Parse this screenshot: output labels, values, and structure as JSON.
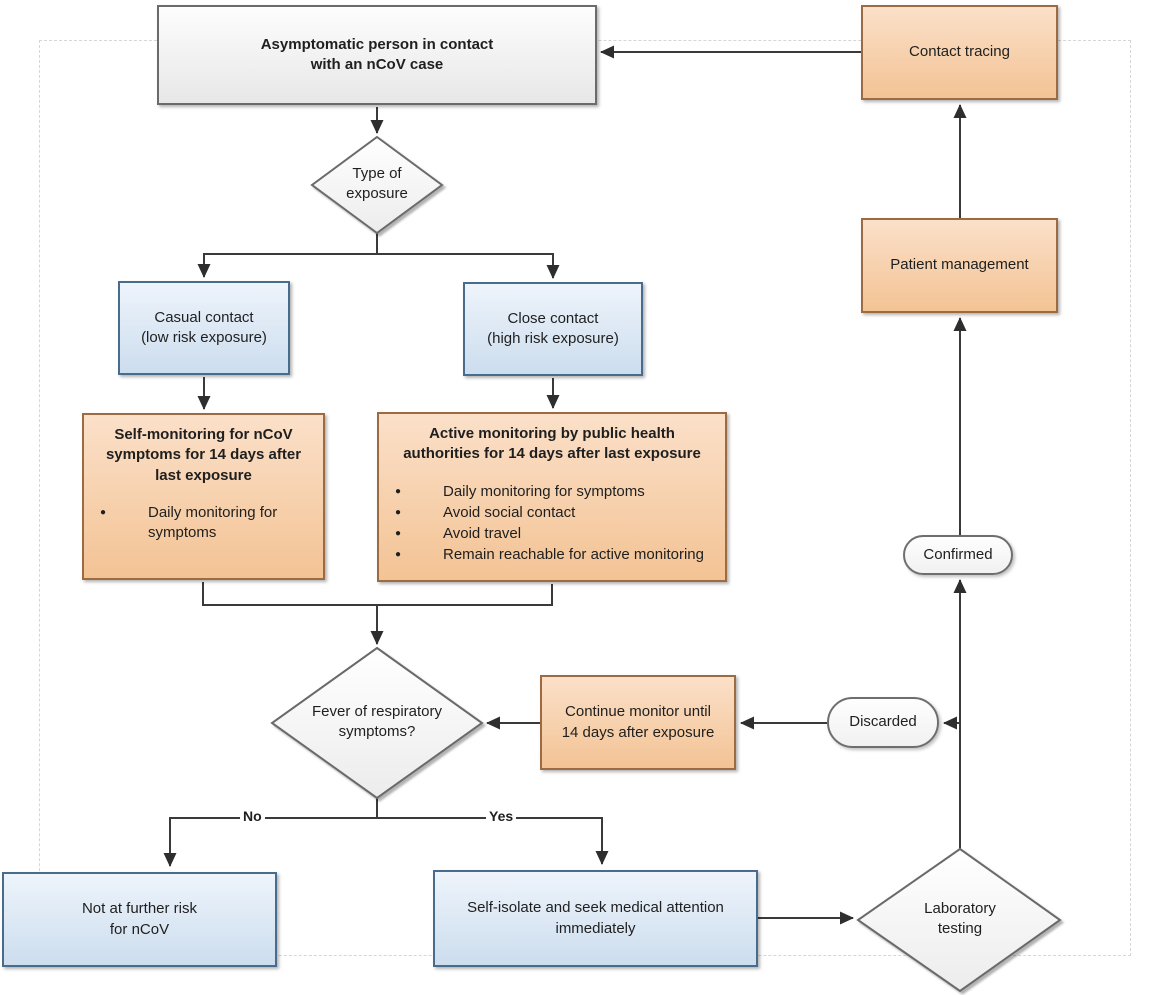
{
  "diagram": {
    "title_context": "nCoV contact monitoring flowchart",
    "nodes": {
      "start": {
        "lines": [
          "Asymptomatic person in contact",
          "with an nCoV case"
        ]
      },
      "contact_tracing": {
        "label": "Contact tracing"
      },
      "patient_management": {
        "label": "Patient management"
      },
      "type_of_exposure": {
        "lines": [
          "Type of",
          "exposure"
        ]
      },
      "casual_contact": {
        "lines": [
          "Casual contact",
          "(low risk exposure)"
        ]
      },
      "close_contact": {
        "lines": [
          "Close contact",
          "(high risk exposure)"
        ]
      },
      "self_monitoring": {
        "title": "Self-monitoring for nCoV symptoms for 14 days after last exposure",
        "bullets": [
          "Daily monitoring for symptoms"
        ]
      },
      "active_monitoring": {
        "title": "Active monitoring by public health authorities for 14 days after last exposure",
        "bullets": [
          "Daily monitoring for symptoms",
          "Avoid social contact",
          "Avoid travel",
          "Remain reachable for active monitoring"
        ]
      },
      "fever_symptoms": {
        "lines": [
          "Fever of respiratory",
          "symptoms?"
        ]
      },
      "continue_monitor": {
        "lines": [
          "Continue monitor until",
          "14 days after exposure"
        ]
      },
      "discarded": {
        "label": "Discarded"
      },
      "confirmed": {
        "label": "Confirmed"
      },
      "not_at_risk": {
        "lines": [
          "Not at further risk",
          "for nCoV"
        ]
      },
      "self_isolate": {
        "lines": [
          "Self-isolate and seek medical attention",
          "immediately"
        ]
      },
      "laboratory_testing": {
        "lines": [
          "Laboratory",
          "testing"
        ]
      }
    },
    "edge_labels": {
      "no": "No",
      "yes": "Yes"
    },
    "colors": {
      "orange_fill_top": "#fbe0c9",
      "orange_fill_bottom": "#f3c394",
      "orange_border": "#9d6b41",
      "blue_fill_top": "#eef4fb",
      "blue_fill_bottom": "#ccddee",
      "blue_border": "#4a6c8c",
      "gray_fill_top": "#fdfdfd",
      "gray_fill_bottom": "#e7e7e7",
      "gray_border": "#6b6b6b",
      "connector_line": "#3a3a3a",
      "boundary_dash": "#d6d6d6"
    }
  }
}
